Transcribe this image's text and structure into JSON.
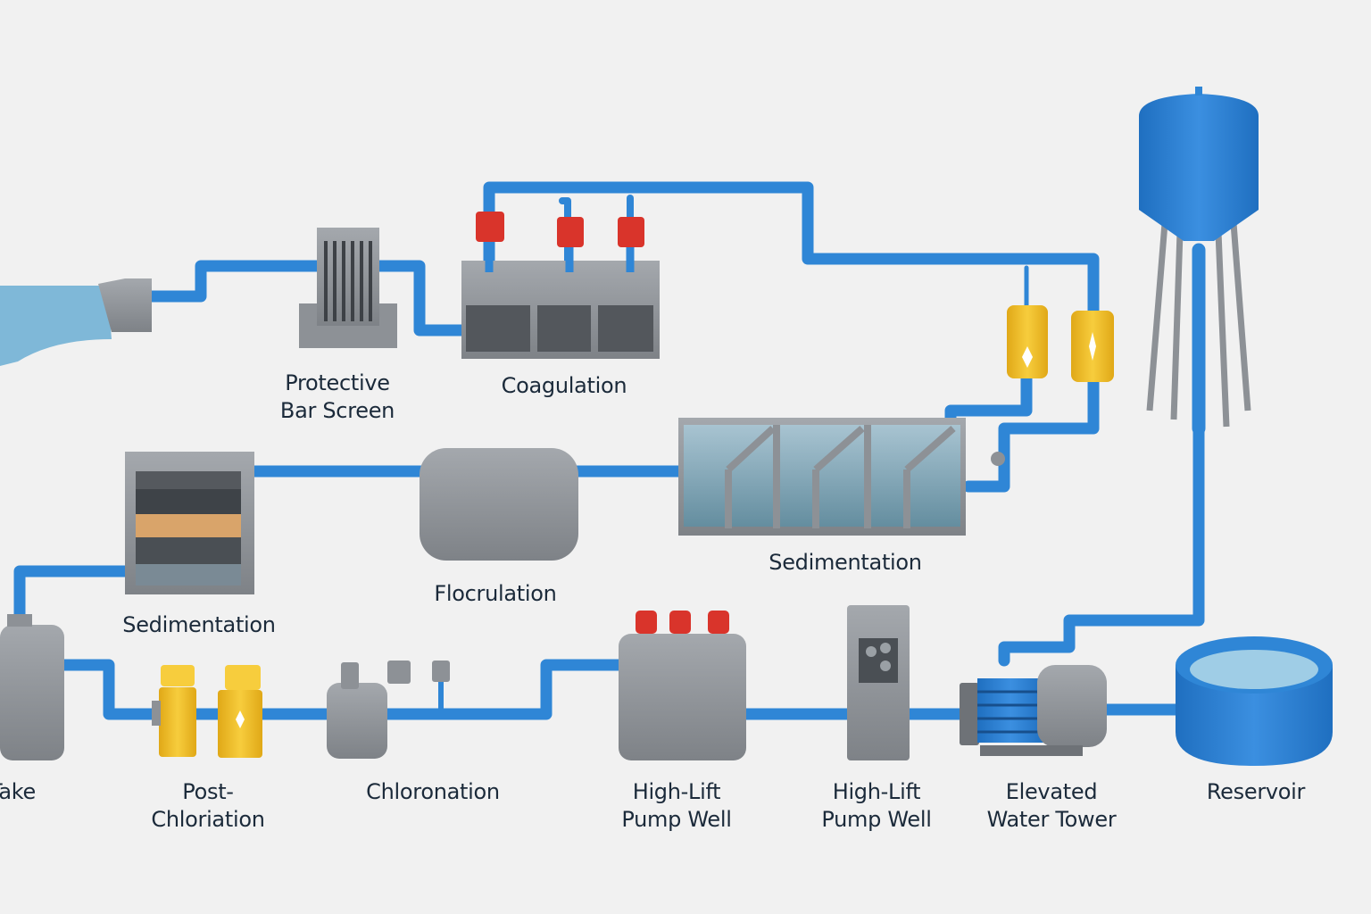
{
  "colors": {
    "pipe": "#2f86d6",
    "equipment": "#8d9196",
    "valve_red": "#d9342b",
    "filter_yellow": "#f2c12e",
    "water": "#7fb8d8",
    "background": "#f1f1f1"
  },
  "labels": {
    "intake": "Take",
    "bar_screen": [
      "Protective",
      "Bar Screen"
    ],
    "coagulation": "Coagulation",
    "sedimentation_upper": "Sedimentation",
    "flocculation": "Flocrulation",
    "sedimentation_lower": "Sedimentation",
    "post_chlorination": [
      "Post-",
      "Chloriation"
    ],
    "chlorination": "Chloronation",
    "pump_well_1": [
      "High-Lift",
      "Pump Well"
    ],
    "pump_well_2": [
      "High-Lift",
      "Pump Well"
    ],
    "water_tower": [
      "Elevated",
      "Water Tower"
    ],
    "reservoir": "Reservoir"
  }
}
